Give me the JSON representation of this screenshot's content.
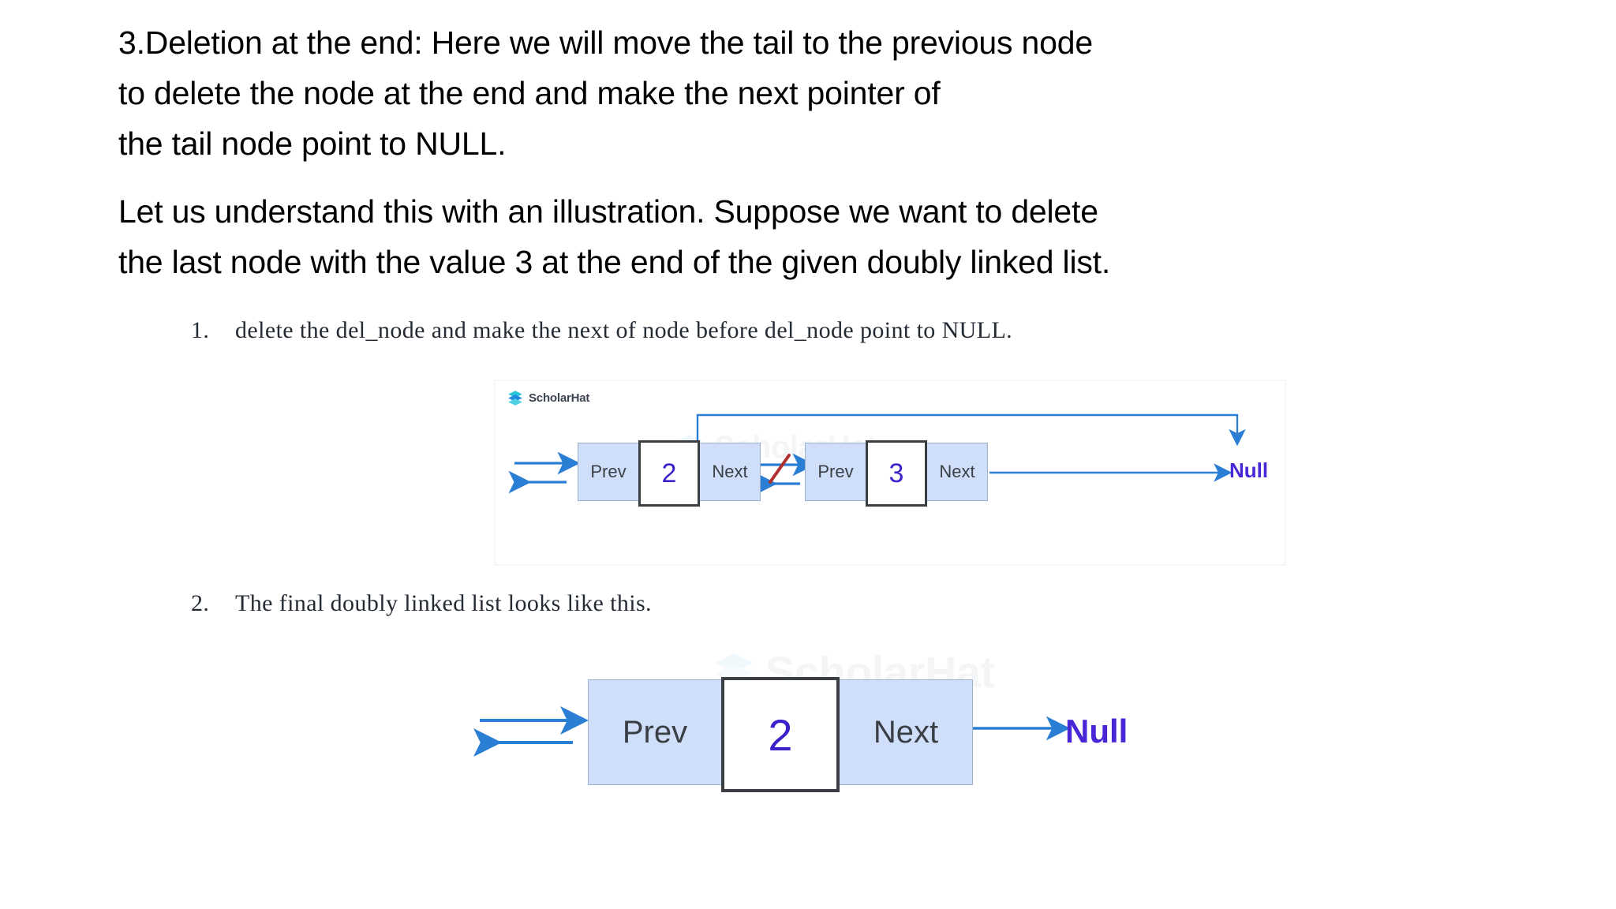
{
  "slide": {
    "paragraphs": [
      "3.Deletion at the end: Here we will move the tail to the previous node\nto delete the node at the end and make the next pointer of\nthe tail node point to NULL.",
      "Let us understand this with an illustration. Suppose we want to delete\nthe last node with the value 3 at the end of the given doubly linked list."
    ]
  },
  "steps": [
    {
      "number": "1.",
      "text": "delete the del_node and make the next of node before del_node point to NULL."
    },
    {
      "number": "2.",
      "text": "The final doubly linked list looks like this."
    }
  ],
  "figure1": {
    "brand": "ScholarHat",
    "watermark": "ScholarHat",
    "nodes": [
      {
        "prev_label": "Prev",
        "value": "2",
        "next_label": "Next"
      },
      {
        "prev_label": "Prev",
        "value": "3",
        "next_label": "Next"
      }
    ],
    "null_label": "Null",
    "link_broken": true
  },
  "figure2": {
    "watermark": "ScholarHat",
    "nodes": [
      {
        "prev_label": "Prev",
        "value": "2",
        "next_label": "Next"
      }
    ],
    "null_label": "Null"
  },
  "colors": {
    "background": "#ffffff",
    "text": "#000000",
    "serif_text": "#252b33",
    "cell_fill": "#cfdffa",
    "cell_border": "#9bb2cf",
    "data_border": "#3b3f44",
    "value_text": "#3b21c9",
    "null_text": "#4a27d6",
    "arrow_blue": "#2a7fd4",
    "link_arrow": "#1a73e8",
    "cross_red": "#b03030",
    "brand_cyan": "#2bc4d8",
    "brand_blue": "#1f8be0",
    "watermark": "#dcdfe4"
  }
}
